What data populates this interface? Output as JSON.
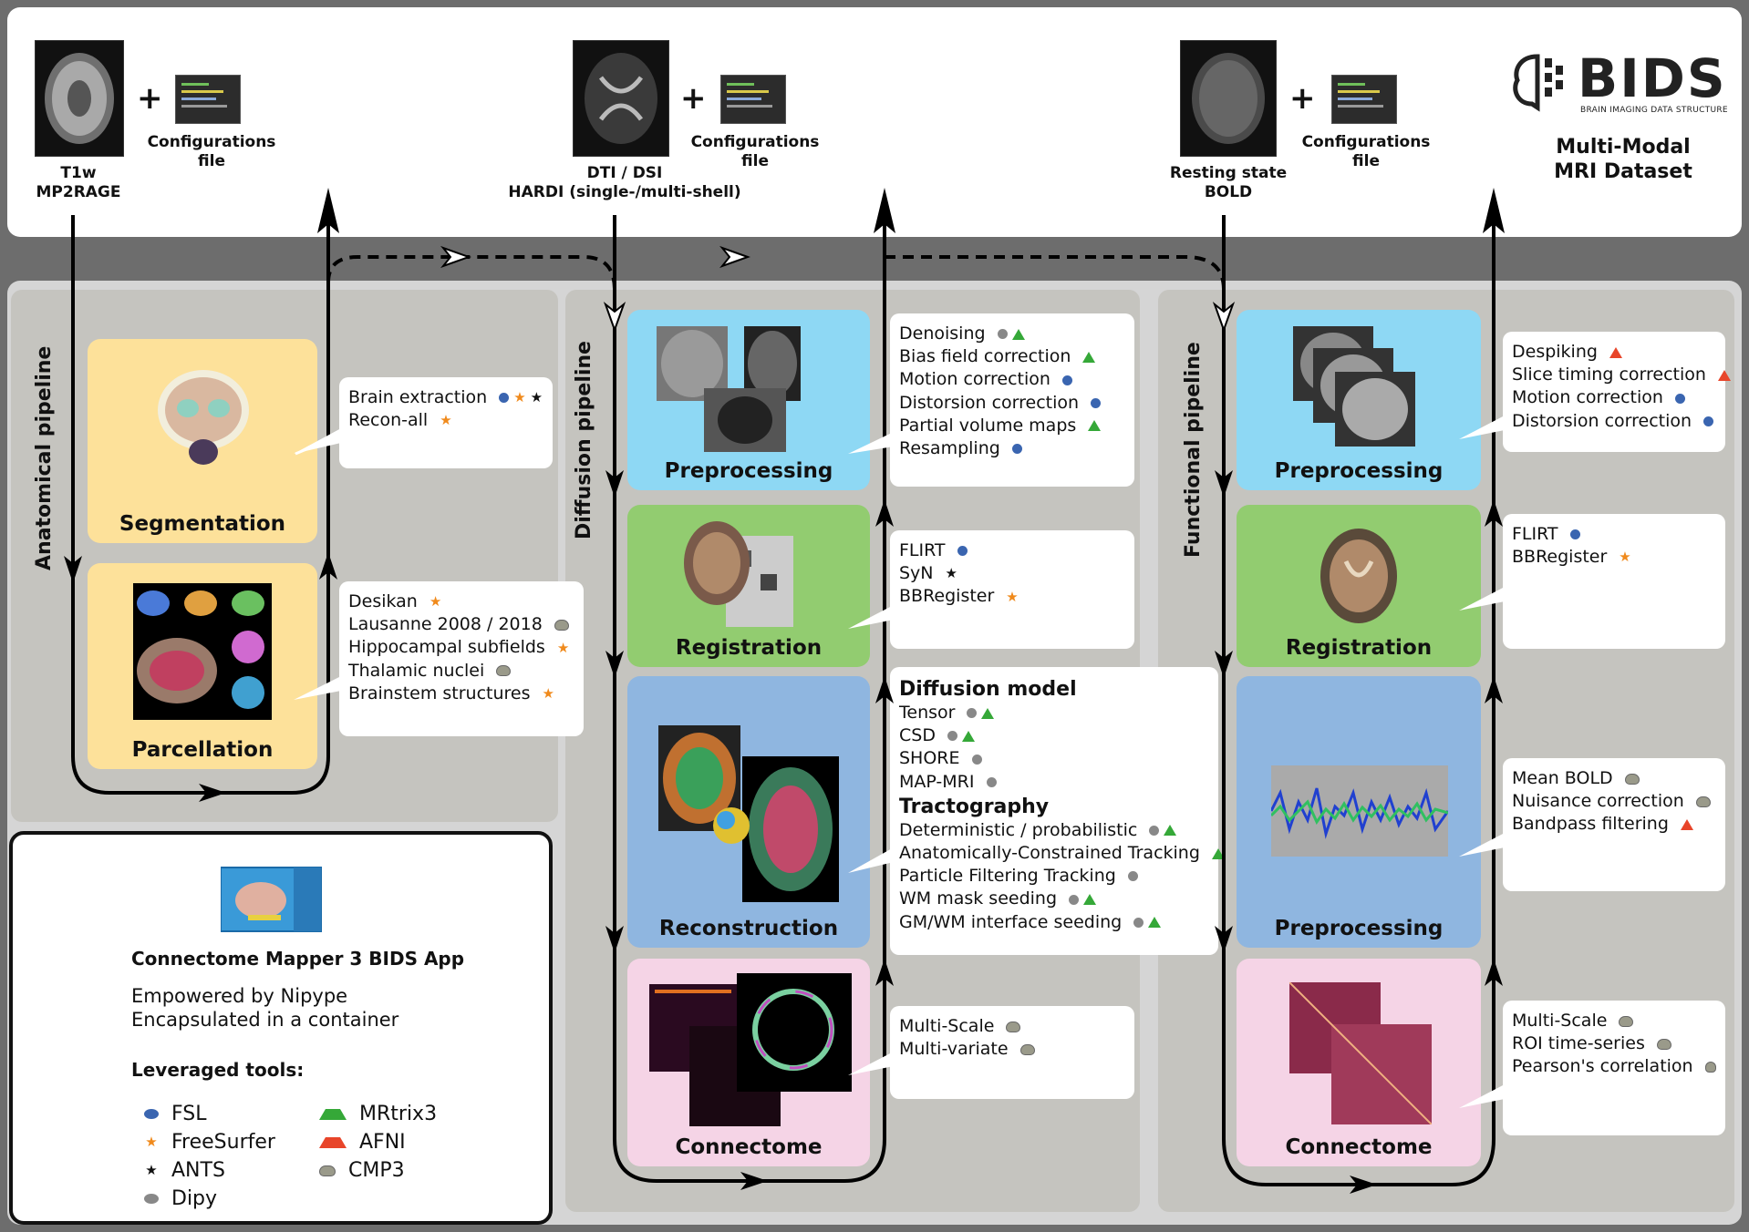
{
  "dataset": {
    "t1_label_1": "T1w",
    "t1_label_2": "MP2RAGE",
    "dwi_label_1": "DTI / DSI",
    "dwi_label_2": "HARDI (single-/multi-shell)",
    "bold_label_1": "Resting state",
    "bold_label_2": "BOLD",
    "config_label_1": "Configurations",
    "config_label_2": "file",
    "plus": "+",
    "bids_logo_text": "BIDS",
    "bids_logo_sub": "BRAIN IMAGING DATA STRUCTURE",
    "dataset_title_1": "Multi-Modal",
    "dataset_title_2": "MRI Dataset"
  },
  "anatomical": {
    "pipeline_label": "Anatomical pipeline",
    "segmentation": {
      "title": "Segmentation",
      "tools": [
        {
          "label": "Brain extraction",
          "markers": [
            "fsl",
            "freesurfer",
            "ants"
          ]
        },
        {
          "label": "Recon-all",
          "markers": [
            "freesurfer"
          ]
        }
      ]
    },
    "parcellation": {
      "title": "Parcellation",
      "tools": [
        {
          "label": "Desikan",
          "markers": [
            "freesurfer"
          ]
        },
        {
          "label": "Lausanne 2008 / 2018",
          "markers": [
            "cmp3"
          ]
        },
        {
          "label": "Hippocampal subfields",
          "markers": [
            "freesurfer"
          ]
        },
        {
          "label": "Thalamic nuclei",
          "markers": [
            "cmp3"
          ]
        },
        {
          "label": "Brainstem structures",
          "markers": [
            "freesurfer"
          ]
        }
      ]
    }
  },
  "diffusion": {
    "pipeline_label": "Diffusion pipeline",
    "preprocessing": {
      "title": "Preprocessing",
      "tools": [
        {
          "label": "Denoising",
          "markers": [
            "dipy",
            "mrtrix"
          ]
        },
        {
          "label": "Bias field correction",
          "markers": [
            "mrtrix"
          ]
        },
        {
          "label": "Motion correction",
          "markers": [
            "fsl"
          ]
        },
        {
          "label": "Distorsion correction",
          "markers": [
            "fsl"
          ]
        },
        {
          "label": "Partial volume maps",
          "markers": [
            "mrtrix"
          ]
        },
        {
          "label": "Resampling",
          "markers": [
            "fsl"
          ]
        }
      ]
    },
    "registration": {
      "title": "Registration",
      "tools": [
        {
          "label": "FLIRT",
          "markers": [
            "fsl"
          ]
        },
        {
          "label": "SyN",
          "markers": [
            "ants"
          ]
        },
        {
          "label": "BBRegister",
          "markers": [
            "freesurfer"
          ]
        }
      ]
    },
    "reconstruction": {
      "title": "Reconstruction",
      "model_heading": "Diffusion model",
      "model_tools": [
        {
          "label": "Tensor",
          "markers": [
            "dipy",
            "mrtrix"
          ]
        },
        {
          "label": "CSD",
          "markers": [
            "dipy",
            "mrtrix"
          ]
        },
        {
          "label": "SHORE",
          "markers": [
            "dipy"
          ]
        },
        {
          "label": "MAP-MRI",
          "markers": [
            "dipy"
          ]
        }
      ],
      "tract_heading": "Tractography",
      "tract_tools": [
        {
          "label": "Deterministic / probabilistic",
          "markers": [
            "dipy",
            "mrtrix"
          ]
        },
        {
          "label": "Anatomically-Constrained Tracking",
          "markers": [
            "mrtrix"
          ]
        },
        {
          "label": "Particle Filtering Tracking",
          "markers": [
            "dipy"
          ]
        },
        {
          "label": "WM mask seeding",
          "markers": [
            "dipy",
            "mrtrix"
          ]
        },
        {
          "label": "GM/WM interface seeding",
          "markers": [
            "dipy",
            "mrtrix"
          ]
        }
      ]
    },
    "connectome": {
      "title": "Connectome",
      "tools": [
        {
          "label": "Multi-Scale",
          "markers": [
            "cmp3"
          ]
        },
        {
          "label": "Multi-variate",
          "markers": [
            "cmp3"
          ]
        }
      ]
    }
  },
  "functional": {
    "pipeline_label": "Functional pipeline",
    "preprocessing1": {
      "title": "Preprocessing",
      "tools": [
        {
          "label": "Despiking",
          "markers": [
            "afni"
          ]
        },
        {
          "label": "Slice timing correction",
          "markers": [
            "afni"
          ]
        },
        {
          "label": "Motion correction",
          "markers": [
            "fsl"
          ]
        },
        {
          "label": "Distorsion correction",
          "markers": [
            "fsl"
          ]
        }
      ]
    },
    "registration": {
      "title": "Registration",
      "tools": [
        {
          "label": "FLIRT",
          "markers": [
            "fsl"
          ]
        },
        {
          "label": "BBRegister",
          "markers": [
            "freesurfer"
          ]
        }
      ]
    },
    "preprocessing2": {
      "title": "Preprocessing",
      "tools": [
        {
          "label": "Mean BOLD",
          "markers": [
            "cmp3"
          ]
        },
        {
          "label": "Nuisance correction",
          "markers": [
            "cmp3"
          ]
        },
        {
          "label": "Bandpass filtering",
          "markers": [
            "afni"
          ]
        }
      ]
    },
    "connectome": {
      "title": "Connectome",
      "tools": [
        {
          "label": "Multi-Scale",
          "markers": [
            "cmp3"
          ]
        },
        {
          "label": "ROI time-series",
          "markers": [
            "cmp3"
          ]
        },
        {
          "label": "Pearson's correlation",
          "markers": [
            "cmp3"
          ]
        }
      ]
    }
  },
  "legend": {
    "app_title": "Connectome Mapper 3 BIDS App",
    "line1": "Empowered by Nipype",
    "line2": "Encapsulated in a container",
    "tools_heading": "Leveraged tools:",
    "items": [
      {
        "key": "fsl",
        "label": "FSL"
      },
      {
        "key": "freesurfer",
        "label": "FreeSurfer"
      },
      {
        "key": "ants",
        "label": "ANTS"
      },
      {
        "key": "dipy",
        "label": "Dipy"
      },
      {
        "key": "mrtrix",
        "label": "MRtrix3"
      },
      {
        "key": "afni",
        "label": "AFNI"
      },
      {
        "key": "cmp3",
        "label": "CMP3"
      }
    ]
  },
  "colors": {
    "fsl": "#3a65b0",
    "freesurfer": "#f08a1c",
    "ants": "#111111",
    "dipy": "#888888",
    "mrtrix": "#35a838",
    "afni": "#e8452a"
  }
}
